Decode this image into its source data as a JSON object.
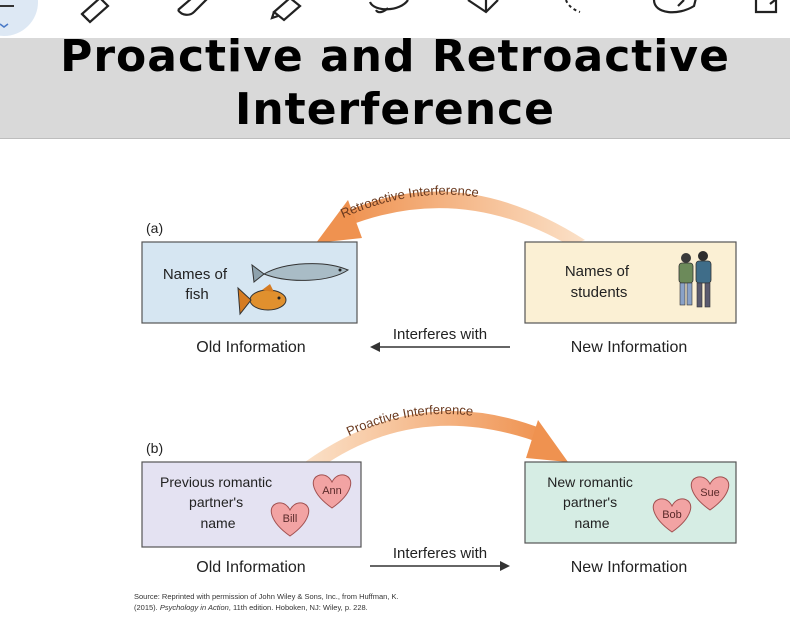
{
  "toolbar": {
    "tools": [
      "menu-icon",
      "pen-icon",
      "eraser-icon",
      "highlighter-icon",
      "lasso-icon",
      "shape-icon",
      "laser-icon",
      "sticker-icon",
      "image-icon"
    ]
  },
  "slide": {
    "title": "Proactive and Retroactive Interference"
  },
  "figure": {
    "panel_a": {
      "tag": "(a)",
      "old_box": "Names of fish",
      "old_box_line1": "Names of",
      "old_box_line2": "fish",
      "new_box_line1": "Names of",
      "new_box_line2": "students",
      "arc_label": "Retroactive Interference",
      "arrow_label": "Interferes with",
      "old_caption": "Old Information",
      "new_caption": "New Information"
    },
    "panel_b": {
      "tag": "(b)",
      "old_box_line1": "Previous romantic",
      "old_box_line2": "partner's",
      "old_box_line3": "name",
      "new_box_line1": "New romantic",
      "new_box_line2": "partner's",
      "new_box_line3": "name",
      "hearts_old": [
        "Ann",
        "Bill"
      ],
      "hearts_new": [
        "Sue",
        "Bob"
      ],
      "arc_label": "Proactive Interference",
      "arrow_label": "Interferes with",
      "old_caption": "Old Information",
      "new_caption": "New Information"
    },
    "source_line1": "Source: Reprinted with permission of John Wiley & Sons, Inc., from Huffman, K.",
    "source_line2_pre": "(2015). ",
    "source_line2_italic": "Psychology in Action",
    "source_line2_post": ", 11th edition. Hoboken, NJ: Wiley, p. 228."
  },
  "colors": {
    "titlebar": "#d9d9d9",
    "box_a_old": "#d6e6f2",
    "box_a_new": "#fbf0d4",
    "box_b_old": "#e4e2f2",
    "box_b_new": "#d6ede4",
    "arc": "#f2a36a",
    "heart": "#f2a3a3"
  }
}
